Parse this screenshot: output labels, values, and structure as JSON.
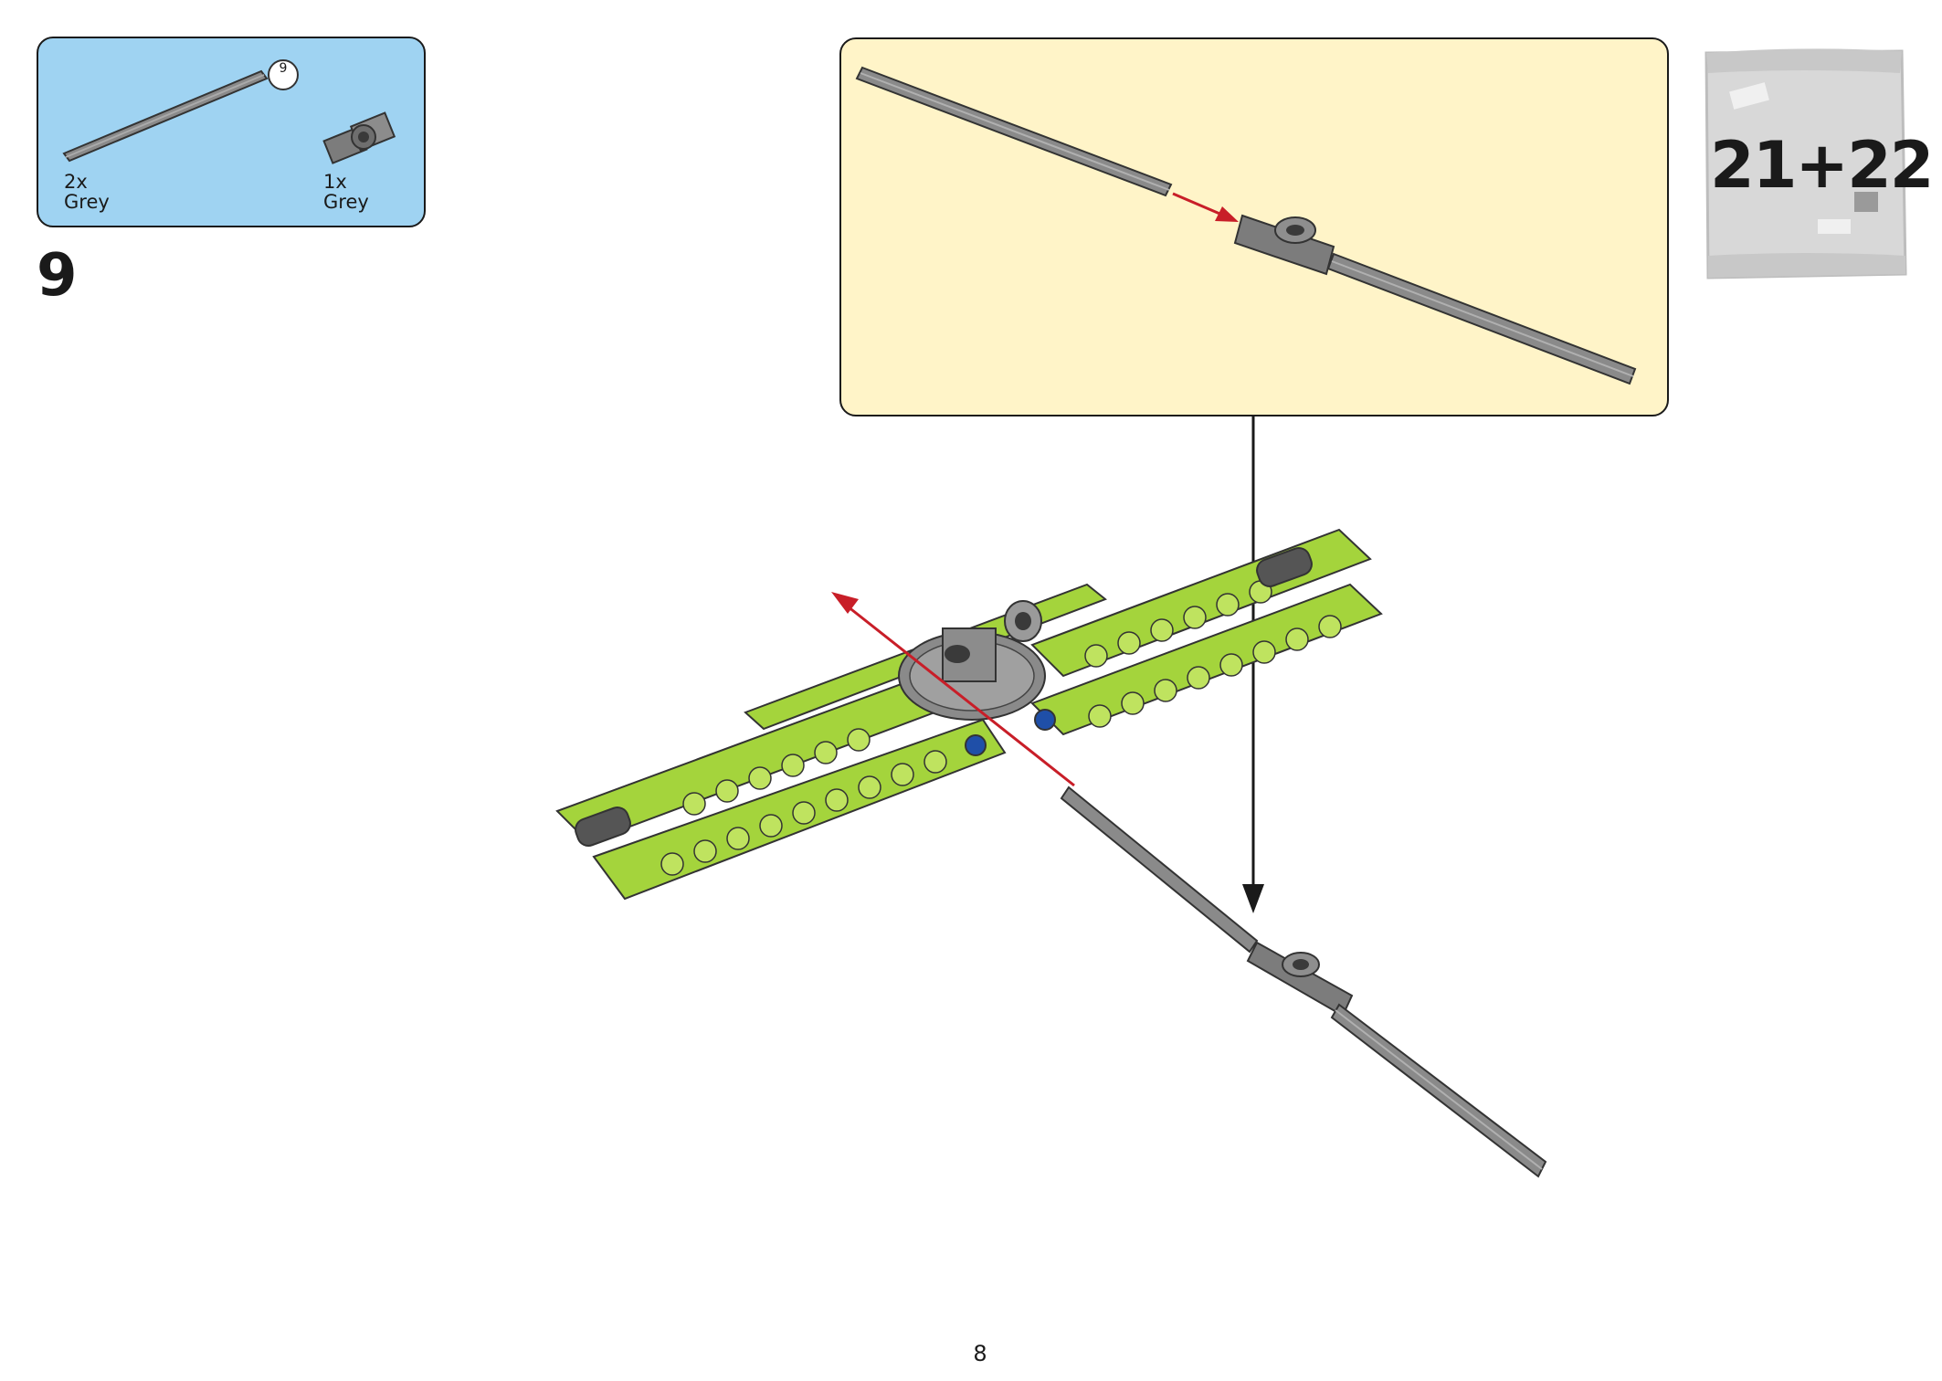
{
  "parts_list": {
    "items": [
      {
        "quantity": "2x",
        "color": "Grey",
        "part": "axle",
        "length_badge": "9"
      },
      {
        "quantity": "1x",
        "color": "Grey",
        "part": "perpendicular-axle-connector"
      }
    ]
  },
  "step": {
    "number": "9"
  },
  "bag": {
    "label": "21+22"
  },
  "page": {
    "number": "8"
  },
  "colors": {
    "parts_box_bg": "#9fd3f2",
    "callout_bg": "#fff4c8",
    "beam_lime": "#a4d43c",
    "part_grey": "#7c7c7c",
    "arrow_red": "#c81e28",
    "arrow_black": "#1a1a1a",
    "pin_blue": "#1f4fa8"
  }
}
